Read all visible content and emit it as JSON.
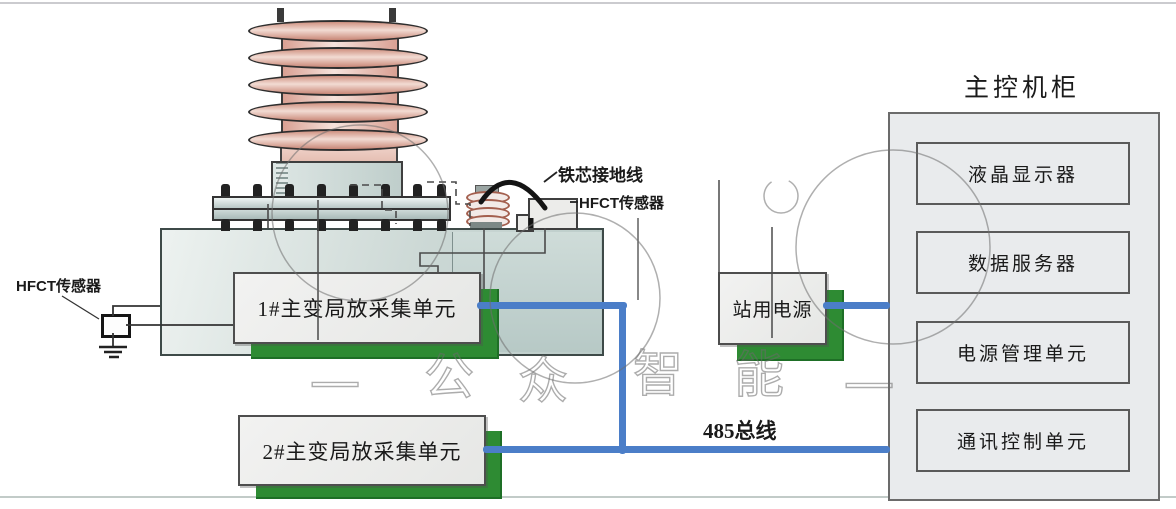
{
  "diagram": {
    "sensor_label_left": "HFCT传感器",
    "core_ground_label": "铁芯接地线",
    "sensor_label_right": "HFCT传感器",
    "unit1_label": "1#主变局放采集单元",
    "unit2_label": "2#主变局放采集单元",
    "station_power_label": "站用电源",
    "bus_label": "485总线",
    "cabinet": {
      "title": "主控机柜",
      "items": [
        {
          "label": "液晶显示器"
        },
        {
          "label": "数据服务器"
        },
        {
          "label": "电源管理单元"
        },
        {
          "label": "通讯控制单元"
        }
      ]
    },
    "watermark": {
      "characters": [
        "公",
        "众",
        "智",
        "能"
      ],
      "dash": "一"
    },
    "colors": {
      "bus_blue": "#4b7ec8",
      "pedestal_green": "#2e8b33"
    }
  }
}
